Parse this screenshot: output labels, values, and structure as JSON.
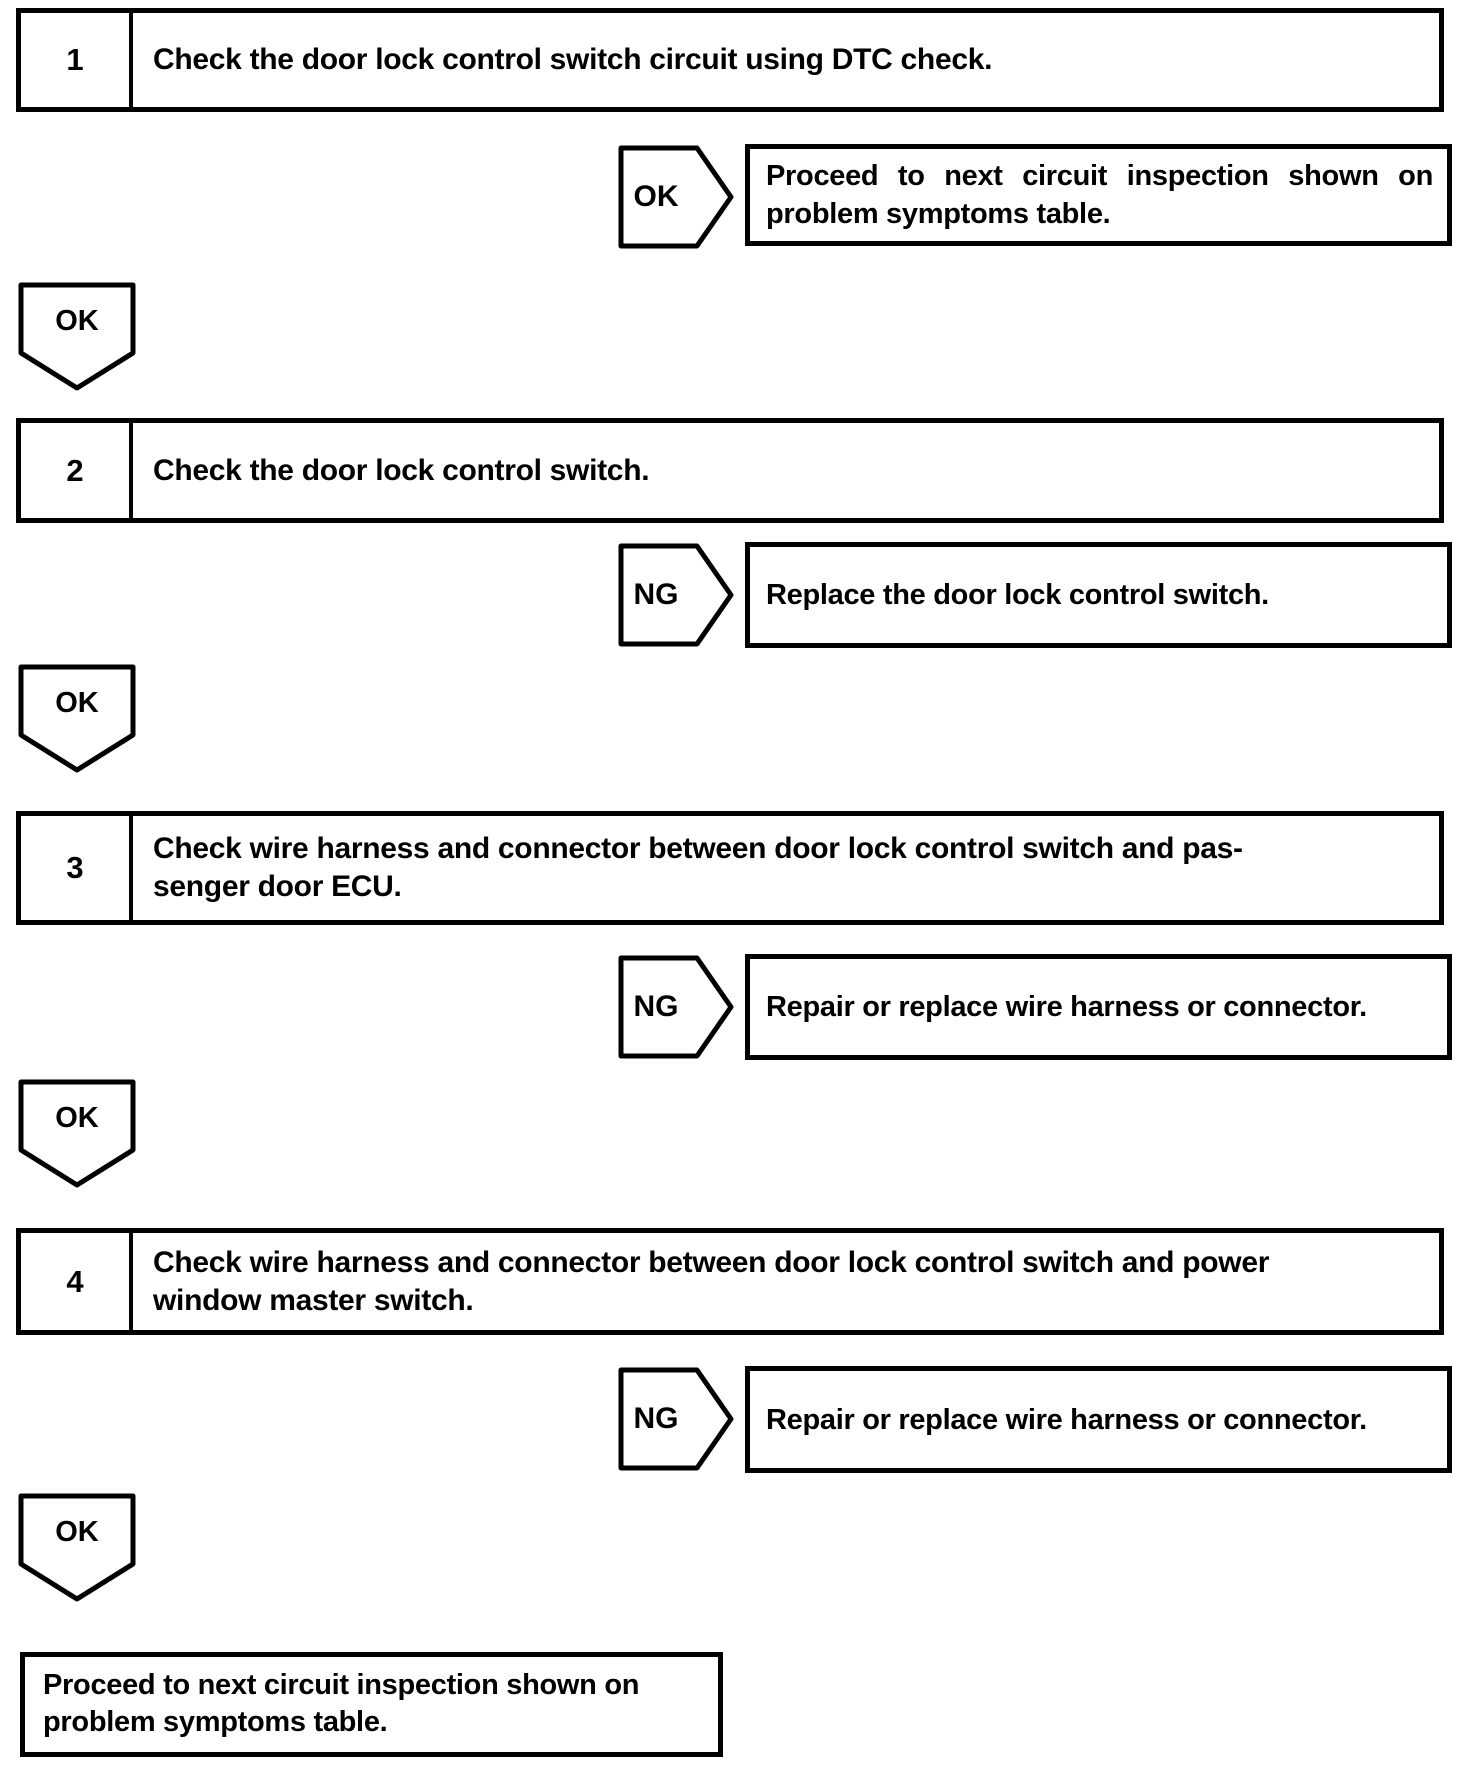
{
  "diagram": {
    "title": "door lock control switch circuit inspection flowchart",
    "colors": {
      "ink": "#000000",
      "paper": "#ffffff"
    },
    "steps": [
      {
        "number": "1",
        "lines": [
          "Check the door lock control switch circuit using DTC check.",
          ""
        ]
      },
      {
        "number": "2",
        "lines": [
          "Check the door lock control switch.",
          ""
        ]
      },
      {
        "number": "3",
        "lines": [
          "Check wire harness and connector between door lock control switch and pas-",
          "senger door ECU."
        ]
      },
      {
        "number": "4",
        "lines": [
          "Check wire harness and connector between door lock control switch and power",
          "window master switch."
        ]
      }
    ],
    "branches": [
      {
        "tag": "OK",
        "lines": [
          "Proceed to next circuit inspection shown on",
          "problem symptoms table."
        ]
      },
      {
        "tag": "NG",
        "lines": [
          "Replace the door lock control switch.",
          ""
        ]
      },
      {
        "tag": "NG",
        "lines": [
          "Repair or replace wire harness or connector.",
          ""
        ]
      },
      {
        "tag": "NG",
        "lines": [
          "Repair or replace wire harness or connector.",
          ""
        ]
      }
    ],
    "connectors": [
      {
        "label": "OK"
      },
      {
        "label": "OK"
      },
      {
        "label": "OK"
      },
      {
        "label": "OK"
      }
    ],
    "terminal": {
      "lines": [
        "Proceed to next circuit inspection shown on",
        "problem symptoms table."
      ]
    }
  }
}
